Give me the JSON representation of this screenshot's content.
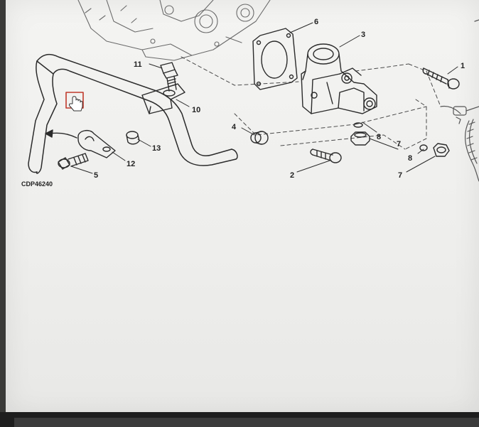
{
  "diagram": {
    "figure_code": "CDP46240",
    "callouts": {
      "c1": "1",
      "c2": "2",
      "c3": "3",
      "c4": "4",
      "c5": "5",
      "c6": "6",
      "c7a": "7",
      "c7b": "7",
      "c8a": "8",
      "c8b": "8",
      "c10": "10",
      "c11": "11",
      "c12": "12",
      "c13": "13"
    }
  },
  "colors": {
    "line": "#2b2b2b",
    "cursor_box": "#c0392b",
    "background": "#f2f2f0"
  },
  "icons": {
    "cursor": "hand-pointer-icon"
  }
}
